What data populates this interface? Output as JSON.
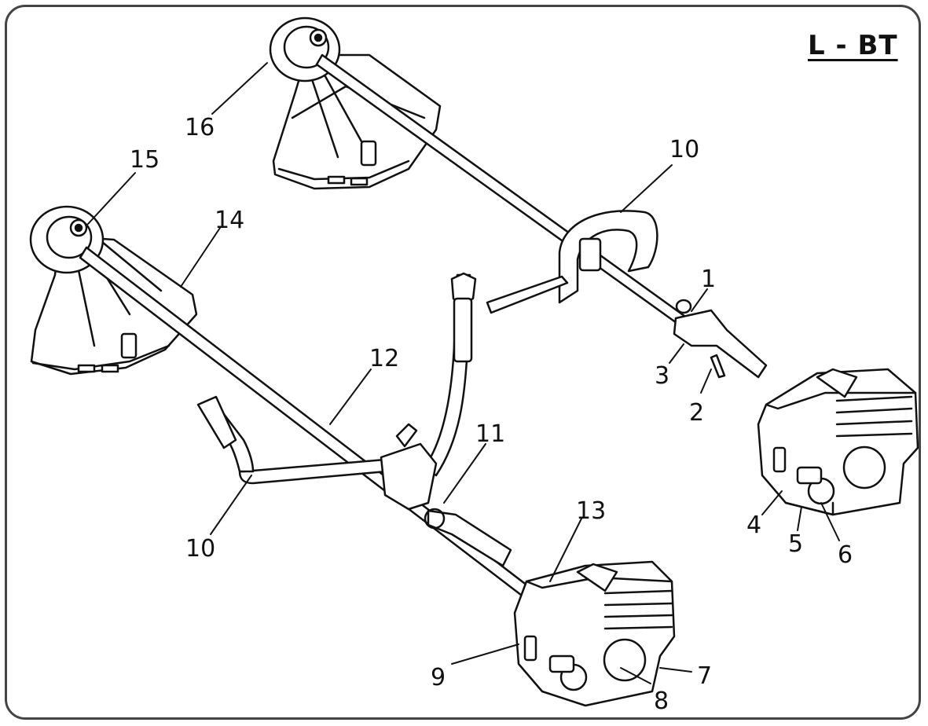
{
  "title": "L - BT",
  "labels": {
    "l1": "1",
    "l2": "2",
    "l3": "3",
    "l4": "4",
    "l5": "5",
    "l6": "6",
    "l7": "7",
    "l8": "8",
    "l9": "9",
    "l10a": "10",
    "l10b": "10",
    "l11": "11",
    "l12": "12",
    "l13": "13",
    "l14": "14",
    "l15": "15",
    "l16": "16"
  }
}
